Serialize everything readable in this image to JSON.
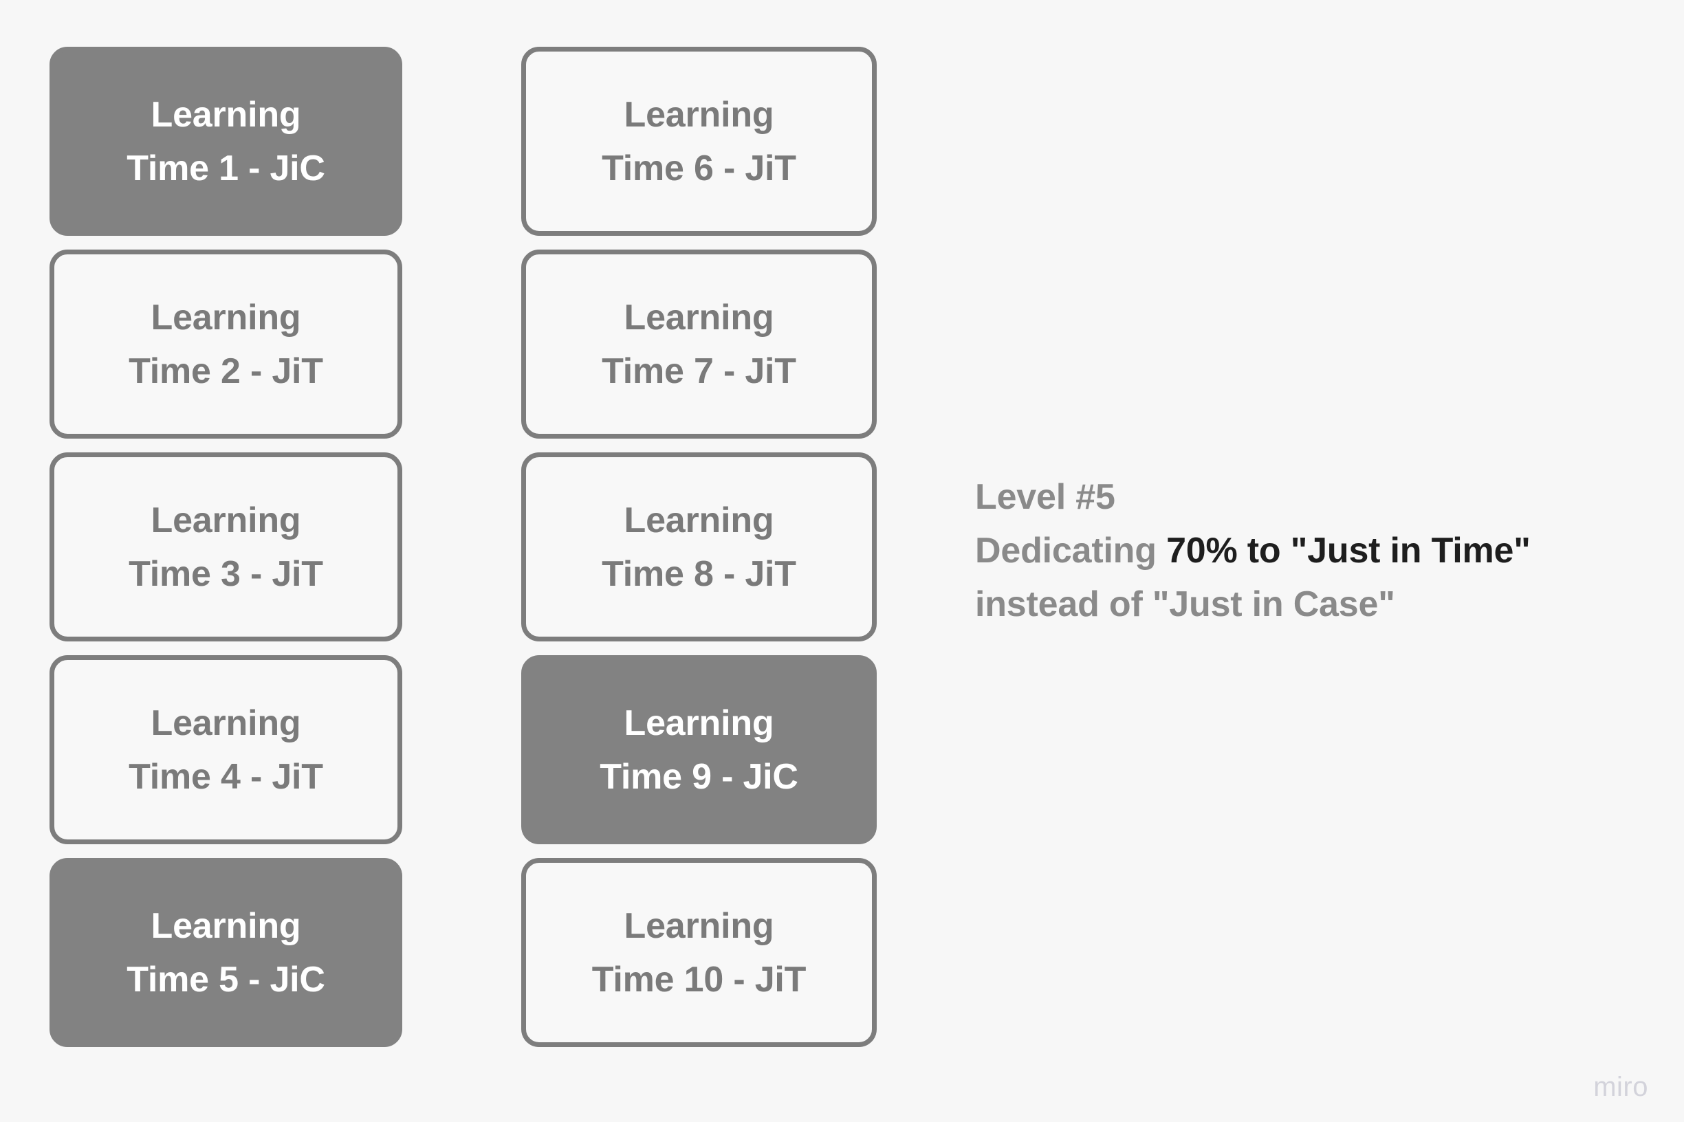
{
  "canvas": {
    "background_color": "#f7f7f7"
  },
  "palette": {
    "filled_card_bg": "#828282",
    "filled_card_text": "#ffffff",
    "outlined_card_border": "#7d7d7d",
    "outlined_card_bg": "#f8f8f8",
    "outlined_card_text": "#7a7a7a",
    "annotation_muted": "#8a8a8a",
    "annotation_emphasis": "#1e1e1e",
    "watermark": "#d3d3db"
  },
  "columns": [
    {
      "id": "column-1",
      "cards": [
        {
          "line1": "Learning",
          "line2": "Time 1 - JiC",
          "style": "filled",
          "mode": "JiC"
        },
        {
          "line1": "Learning",
          "line2": "Time 2 - JiT",
          "style": "outlined",
          "mode": "JiT"
        },
        {
          "line1": "Learning",
          "line2": "Time 3 - JiT",
          "style": "outlined",
          "mode": "JiT"
        },
        {
          "line1": "Learning",
          "line2": "Time 4 - JiT",
          "style": "outlined",
          "mode": "JiT"
        },
        {
          "line1": "Learning",
          "line2": "Time 5 - JiC",
          "style": "filled",
          "mode": "JiC"
        }
      ]
    },
    {
      "id": "column-2",
      "cards": [
        {
          "line1": "Learning",
          "line2": "Time 6 - JiT",
          "style": "outlined",
          "mode": "JiT"
        },
        {
          "line1": "Learning",
          "line2": "Time 7 - JiT",
          "style": "outlined",
          "mode": "JiT"
        },
        {
          "line1": "Learning",
          "line2": "Time 8 - JiT",
          "style": "outlined",
          "mode": "JiT"
        },
        {
          "line1": "Learning",
          "line2": "Time 9 - JiC",
          "style": "filled",
          "mode": "JiC"
        },
        {
          "line1": "Learning",
          "line2": "Time 10 - JiT",
          "style": "outlined",
          "mode": "JiT"
        }
      ]
    }
  ],
  "annotation": {
    "level_label": "Level #5",
    "line2_prefix": "Dedicating ",
    "line2_emphasis": "70% to \"Just in Time\"",
    "line3": "instead of \"Just in Case\""
  },
  "watermark": {
    "label": "miro"
  }
}
